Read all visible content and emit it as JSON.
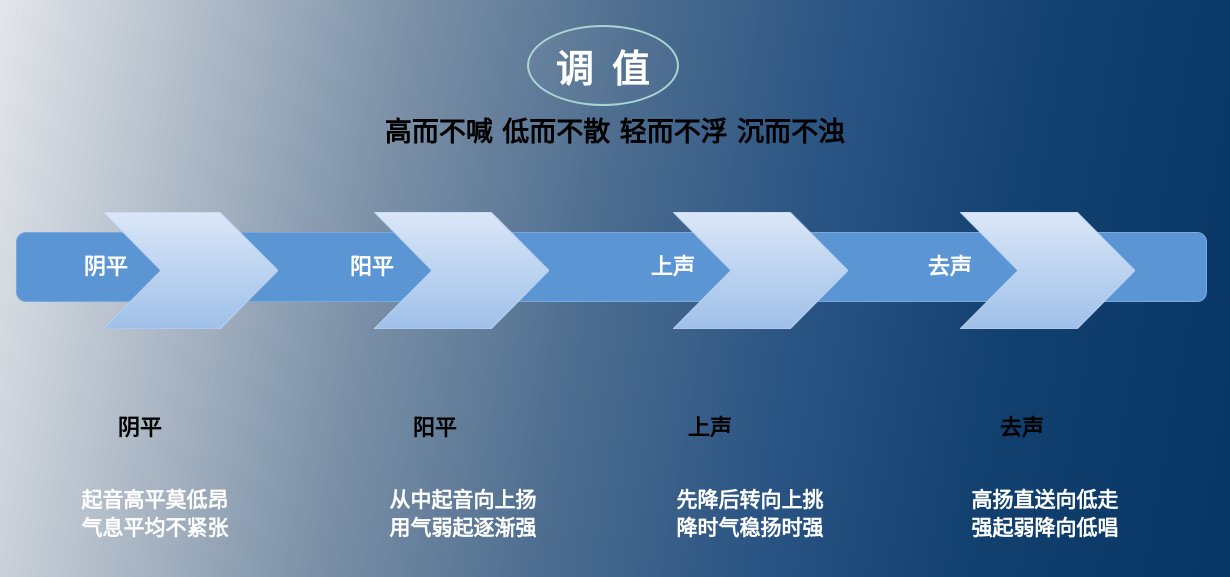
{
  "title": "调值",
  "subtitle": "高而不喊  低而不散  轻而不浮  沉而不浊",
  "colors": {
    "band": "#5b95d4",
    "chevron_light": "#d9e6f8",
    "chevron_dark": "#9dbfe8",
    "ellipse_border": "#a9d6d3"
  },
  "tones": [
    {
      "label": "阴平",
      "title": "阴平",
      "line1": "起音高平莫低昂",
      "line2": "气息平均不紧张"
    },
    {
      "label": "阳平",
      "title": "阳平",
      "line1": "从中起音向上扬",
      "line2": "用气弱起逐渐强"
    },
    {
      "label": "上声",
      "title": "上声",
      "line1": "先降后转向上挑",
      "line2": "降时气稳扬时强"
    },
    {
      "label": "去声",
      "title": "去声",
      "line1": "高扬直送向低走",
      "line2": "强起弱降向低唱"
    }
  ]
}
